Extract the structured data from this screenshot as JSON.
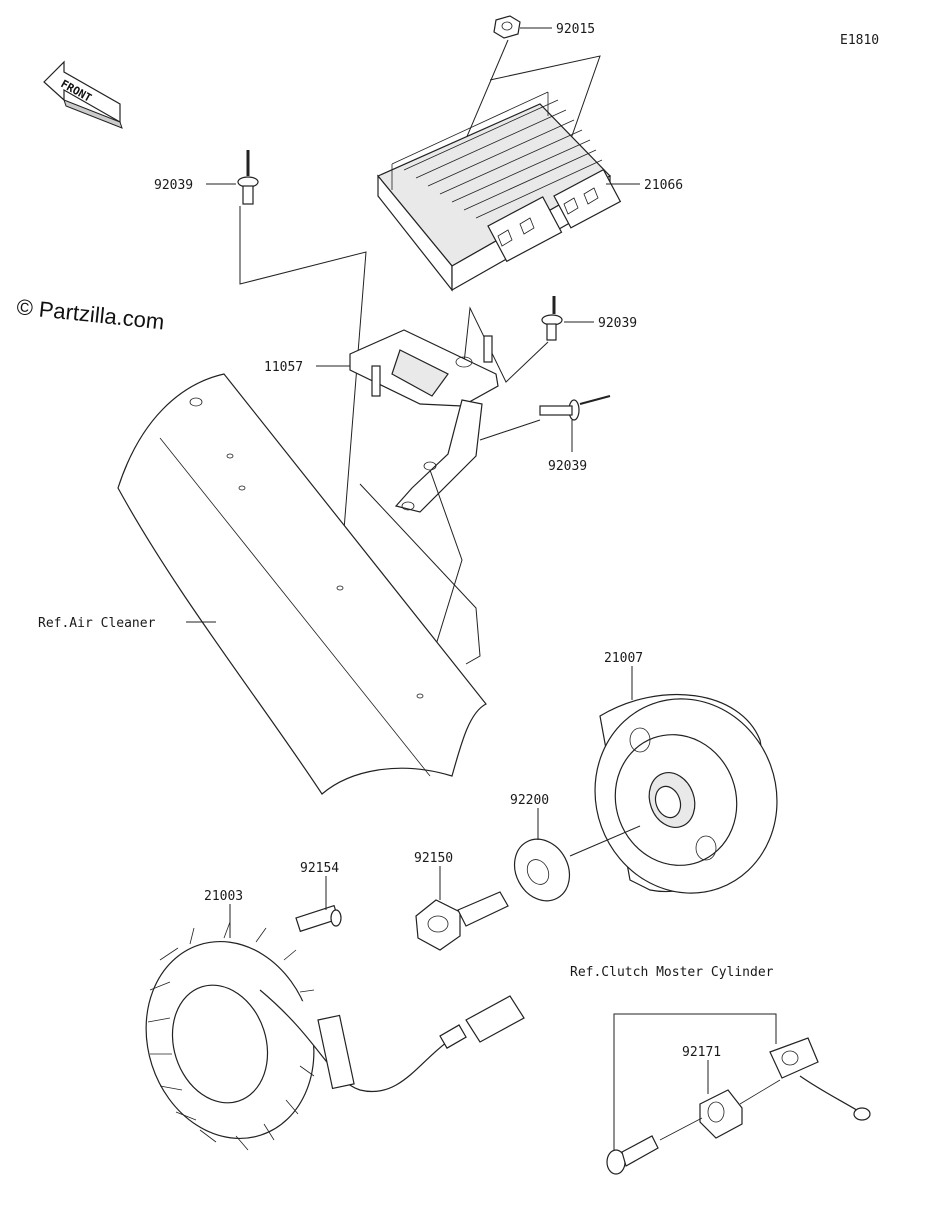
{
  "diagram_code": "E1810",
  "watermark": "© Partzilla.com",
  "front_label": "FRONT",
  "callouts": {
    "p92015": "92015",
    "p21066": "21066",
    "p92039_a": "92039",
    "p92039_b": "92039",
    "p92039_c": "92039",
    "p11057": "11057",
    "p21007": "21007",
    "p92200": "92200",
    "p92150": "92150",
    "p92154": "92154",
    "p21003": "21003",
    "p92171": "92171"
  },
  "references": {
    "air_cleaner": "Ref.Air Cleaner",
    "clutch": "Ref.Clutch Moster Cylinder"
  }
}
